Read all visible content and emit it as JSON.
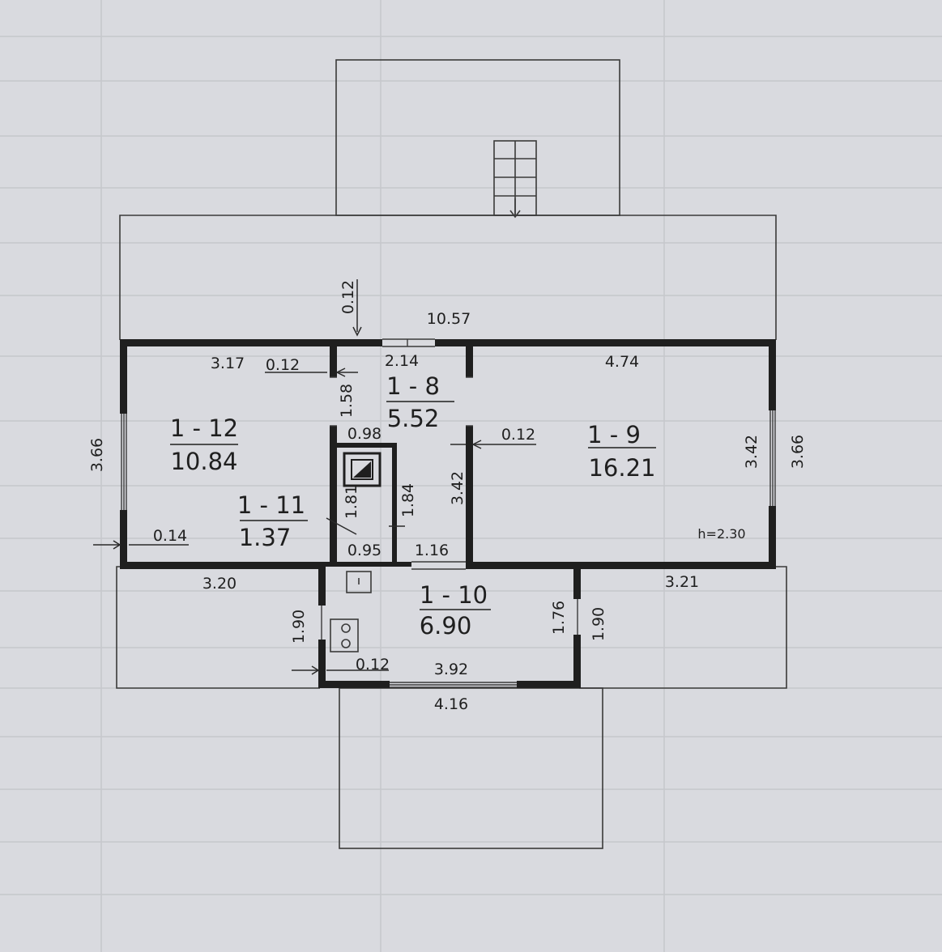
{
  "rooms": [
    {
      "id": "1 - 8",
      "area": "5.52"
    },
    {
      "id": "1 - 9",
      "area": "16.21"
    },
    {
      "id": "1 - 10",
      "area": "6.90"
    },
    {
      "id": "1 - 11",
      "area": "1.37"
    },
    {
      "id": "1 - 12",
      "area": "10.84"
    }
  ],
  "dimensions": {
    "overall_width": "10.57",
    "wall_012": "0.12",
    "r12_width": "3.17",
    "r12_height": "3.66",
    "r12_wall": "0.14",
    "r8_width": "2.14",
    "r8_depth": "1.58",
    "r8_lower": "0.98",
    "r11_height_a": "1.81",
    "r11_height_b": "1.84",
    "r11_width": "0.95",
    "r10_opening": "1.16",
    "hall_height": "3.42",
    "r9_width": "4.74",
    "r9_height": "3.42",
    "r9_outer_height": "3.66",
    "r10_width": "3.92",
    "r10_outer_width": "4.16",
    "r10_height": "1.76",
    "r10_side_left": "1.90",
    "r10_side_right": "1.90",
    "left_strip_width": "3.20",
    "right_strip_width": "3.21"
  },
  "ceiling_height": "h=2.30",
  "colors": {
    "background": "#d9dadf",
    "wall": "#1f1f1f",
    "thin_line": "#3a3a3a"
  }
}
